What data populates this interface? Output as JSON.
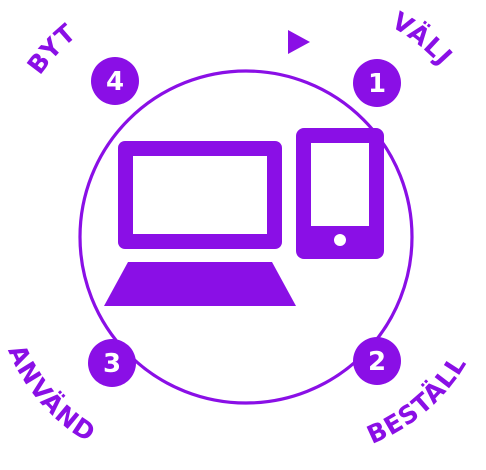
{
  "colors": {
    "accent": "#8a0fe6",
    "on_accent": "#ffffff",
    "background": "#ffffff"
  },
  "devices": {
    "laptop_icon": "laptop-icon",
    "tablet_icon": "tablet-icon",
    "arrow_icon": "arrow-head-icon"
  },
  "steps": [
    {
      "number": "1",
      "label": "VÄLJ"
    },
    {
      "number": "2",
      "label": "BESTÄLL"
    },
    {
      "number": "3",
      "label": "ANVÄND"
    },
    {
      "number": "4",
      "label": "BYT"
    }
  ]
}
